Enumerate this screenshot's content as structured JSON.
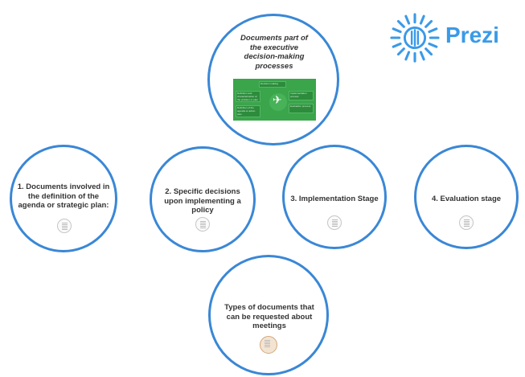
{
  "app": {
    "brand": "Prezi",
    "accent_color": "#3a87d6",
    "brand_color": "#3a9ae8"
  },
  "top_topic": {
    "title": "Documents part of the executive decision-making processes",
    "panel": {
      "boxes": [
        {
          "text": "Decision making"
        },
        {
          "text": "Definition and characterization of the problem or plan"
        },
        {
          "text": "Implementation process"
        },
        {
          "text": "Definition of the agenda or action plan"
        },
        {
          "text": "Evaluation process"
        }
      ]
    }
  },
  "stages": [
    {
      "label": "1. Documents involved in the definition of the agenda or strategic plan:"
    },
    {
      "label": "2. Specific decisions upon implementing a policy"
    },
    {
      "label": "3. Implementation Stage"
    },
    {
      "label": "4. Evaluation stage"
    }
  ],
  "bottom_topic": {
    "label": "Types of documents that can be requested about meetings"
  }
}
